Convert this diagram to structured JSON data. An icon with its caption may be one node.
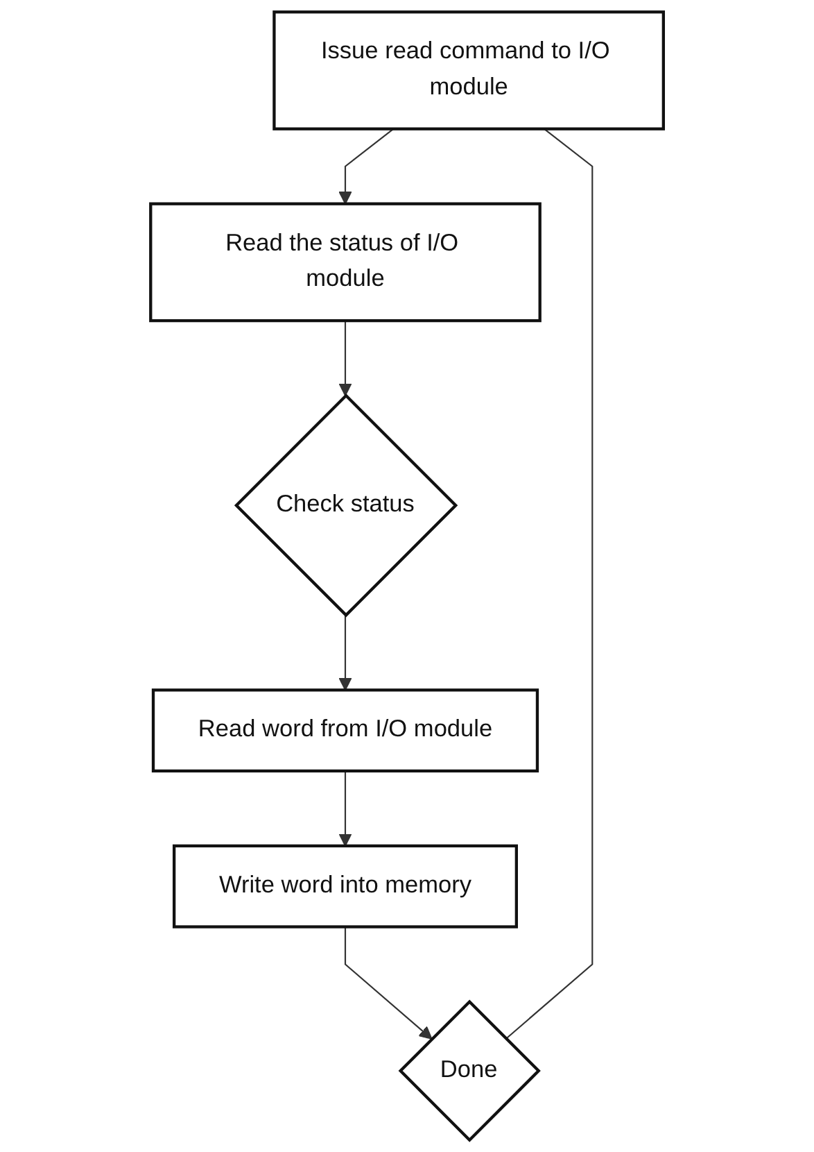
{
  "diagram": {
    "nodes": [
      {
        "text": [
          "Issue read command to I/O module"
        ]
      },
      {
        "text": [
          "Read the status of I/O module"
        ]
      },
      {
        "text": [
          "Check status"
        ]
      },
      {
        "text": [
          "Read word from I/O module"
        ]
      },
      {
        "text": [
          "Write word into memory"
        ]
      },
      {
        "text": [
          "Done"
        ]
      }
    ],
    "edges": [
      {
        "from": 0,
        "to": 1,
        "arrow": "to"
      },
      {
        "from": 1,
        "to": 2,
        "arrow": "to"
      },
      {
        "from": 2,
        "to": 3,
        "arrow": "to"
      },
      {
        "from": 3,
        "to": 4,
        "arrow": "to"
      },
      {
        "from": 4,
        "to": 5,
        "arrow": "to"
      },
      {
        "from": 5,
        "to": 0,
        "arrow": "none"
      }
    ]
  }
}
